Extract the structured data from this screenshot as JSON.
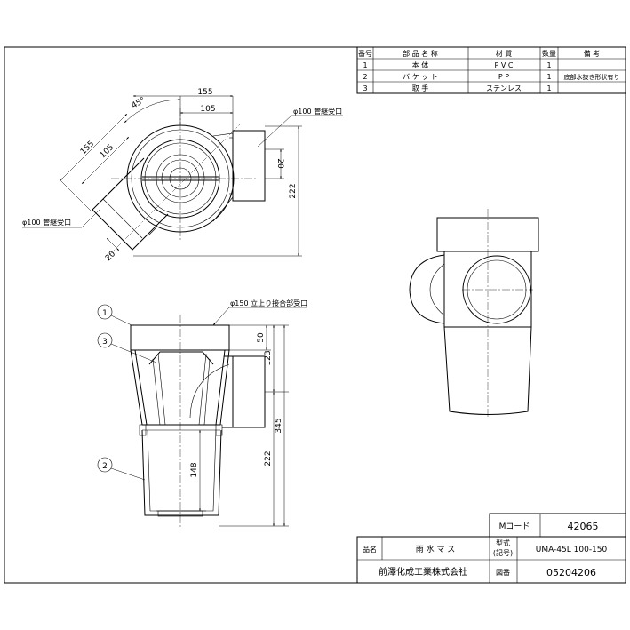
{
  "parts_table": {
    "headers": [
      "番号",
      "部 品 名 称",
      "材 質",
      "数量",
      "備 考"
    ],
    "rows": [
      {
        "no": "1",
        "name": "本 体",
        "material": "P V C",
        "qty": "1",
        "note": ""
      },
      {
        "no": "2",
        "name": "バ ケ ッ ト",
        "material": "P P",
        "qty": "1",
        "note": "底部水抜き形状有り"
      },
      {
        "no": "3",
        "name": "取 手",
        "material": "ステンレス",
        "qty": "1",
        "note": ""
      }
    ]
  },
  "top_view": {
    "angle": "45°",
    "dim_155_h": "155",
    "dim_105_h": "105",
    "dim_155_diag": "155",
    "dim_105_diag": "105",
    "dim_20_right": "20",
    "dim_222": "222",
    "dim_20_bottom": "20",
    "port_right": "φ100 管継受口",
    "port_left": "φ100 管継受口"
  },
  "front_view": {
    "callout_1": "1",
    "callout_2": "2",
    "callout_3": "3",
    "top_port": "φ150 立上り接合部受口",
    "dim_50": "50",
    "dim_123": "123",
    "dim_345": "345",
    "dim_222": "222",
    "dim_148": "148"
  },
  "title_block": {
    "mcode_label": "Mコード",
    "mcode_value": "42065",
    "name_label": "品名",
    "name_value": "雨 水 マ ス",
    "model_label_1": "型式",
    "model_label_2": "(記号)",
    "model_value": "UMA-45L 100-150",
    "company": "前澤化成工業株式会社",
    "drawing_label": "図番",
    "drawing_value": "05204206"
  }
}
